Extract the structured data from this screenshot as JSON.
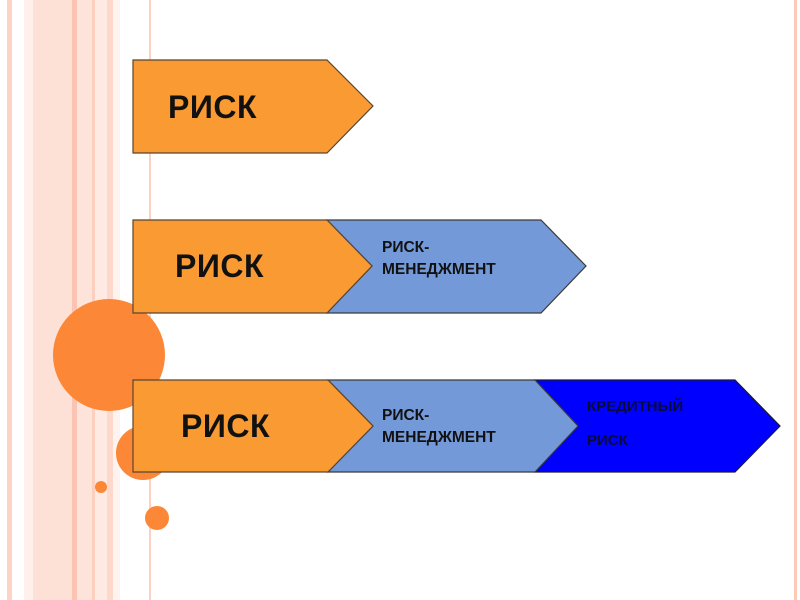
{
  "colors": {
    "stripe_light": "#fde1d7",
    "stripe_mid": "#fcd2c3",
    "stripe_dark": "#fbc3b0",
    "circle": "#fc8736",
    "risk_box": "#f99a33",
    "risk_mgmt_box": "#7399d8",
    "credit_risk_box": "#0000ff",
    "outline": "#4a3a2a"
  },
  "rows": [
    {
      "steps": [
        {
          "label": "РИСК"
        }
      ]
    },
    {
      "steps": [
        {
          "label": "РИСК"
        },
        {
          "label_line1": "РИСК-",
          "label_line2": "МЕНЕДЖМЕНТ"
        }
      ]
    },
    {
      "steps": [
        {
          "label": "РИСК"
        },
        {
          "label_line1": "РИСК-",
          "label_line2": "МЕНЕДЖМЕНТ"
        },
        {
          "label_line1": "КРЕДИТНЫЙ",
          "label_line2": "РИСК"
        }
      ]
    }
  ]
}
